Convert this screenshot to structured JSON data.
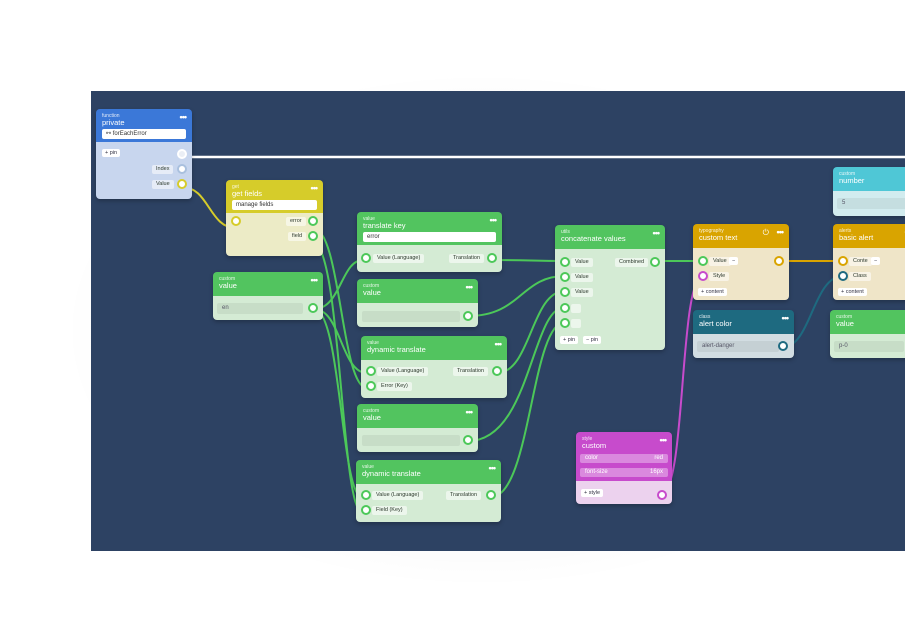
{
  "nodes": {
    "fn_private": {
      "category": "function",
      "title": "private",
      "field": "forEachError",
      "add_label": "pin",
      "out_index": "Index",
      "out_value": "Value"
    },
    "get_fields": {
      "category": "get",
      "title": "get fields",
      "field": "manage fields",
      "out_error": "error",
      "out_field": "field"
    },
    "custom_value_en": {
      "category": "custom",
      "title": "value",
      "field": "en"
    },
    "translate_key": {
      "category": "value",
      "title": "translate key",
      "field": "error",
      "in_label": "Value (Language)",
      "out_label": "Translation"
    },
    "custom_value_2": {
      "category": "custom",
      "title": "value",
      "field": ""
    },
    "dyn_translate_1": {
      "category": "value",
      "title": "dynamic translate",
      "in1": "Value (Language)",
      "in2": "Error (Key)",
      "out_label": "Translation"
    },
    "custom_value_3": {
      "category": "custom",
      "title": "value",
      "field": ""
    },
    "dyn_translate_2": {
      "category": "value",
      "title": "dynamic translate",
      "in1": "Value (Language)",
      "in2": "Field (Key)",
      "out_label": "Translation"
    },
    "concat": {
      "category": "utils",
      "title": "concatenate values",
      "in1": "Value",
      "in2": "Value",
      "in3": "Value",
      "out_label": "Combined",
      "add1": "pin",
      "add2": "pin"
    },
    "style_custom": {
      "category": "style",
      "title": "custom",
      "prop1_name": "color",
      "prop1_value": "red",
      "prop2_name": "font-size",
      "prop2_value": "16px",
      "add_label": "style"
    },
    "custom_text": {
      "category": "typography",
      "title": "custom text",
      "in1": "Value",
      "in2": "Style",
      "add_label": "content"
    },
    "alert_color": {
      "category": "class",
      "title": "alert color",
      "field": "alert-danger"
    },
    "custom_number": {
      "category": "custom",
      "title": "number",
      "field": "5"
    },
    "basic_alert": {
      "category": "alerts",
      "title": "basic alert",
      "in1": "Conte",
      "in2": "Class",
      "add_label": "content"
    },
    "custom_value_p0": {
      "category": "custom",
      "title": "value",
      "field": "p-0"
    }
  },
  "colors": {
    "canvas": "#2d4263",
    "wire_green": "#4cc859",
    "wire_yellow": "#d6cc2a",
    "wire_magenta": "#c74bcc",
    "wire_teal": "#1e6a80",
    "wire_white": "#ffffff"
  }
}
